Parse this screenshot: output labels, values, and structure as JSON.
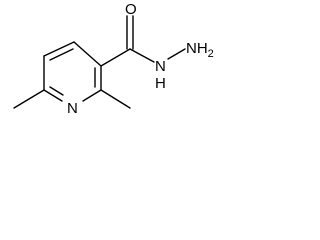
{
  "molecule": {
    "atoms": {
      "carbonyl_oxygen": "O",
      "amide_nitrogen": "N",
      "amide_hydrogen": "H",
      "terminal_amine": "NH",
      "terminal_amine_subscript": "2",
      "ring_nitrogen": "N"
    },
    "colors": {
      "bond": "#000000",
      "text": "#000000",
      "background": "#ffffff"
    }
  }
}
